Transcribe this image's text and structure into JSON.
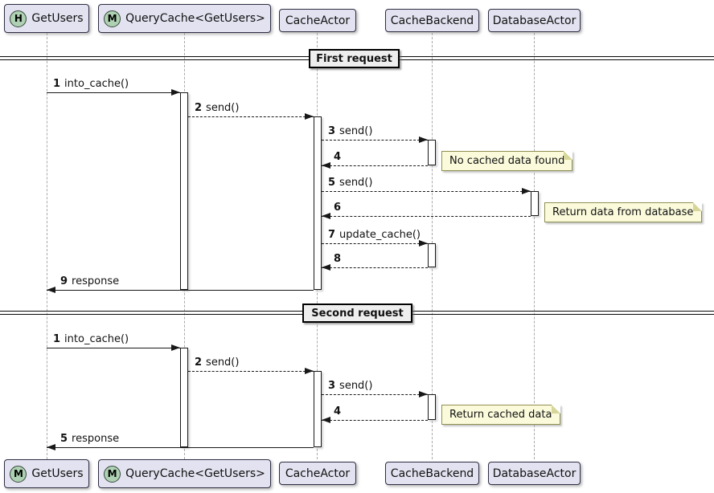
{
  "diagram": {
    "participants_top": [
      {
        "name": "GetUsers",
        "icon": "H"
      },
      {
        "name": "QueryCache<GetUsers>",
        "icon": "M"
      },
      {
        "name": "CacheActor",
        "icon": ""
      },
      {
        "name": "CacheBackend",
        "icon": ""
      },
      {
        "name": "DatabaseActor",
        "icon": ""
      }
    ],
    "participants_bottom": [
      {
        "name": "GetUsers",
        "icon": "M"
      },
      {
        "name": "QueryCache<GetUsers>",
        "icon": "M"
      },
      {
        "name": "CacheActor",
        "icon": ""
      },
      {
        "name": "CacheBackend",
        "icon": ""
      },
      {
        "name": "DatabaseActor",
        "icon": ""
      }
    ],
    "sections": [
      {
        "title": "First request",
        "messages": [
          {
            "num": "1",
            "text": "into_cache()"
          },
          {
            "num": "2",
            "text": "send()"
          },
          {
            "num": "3",
            "text": "send()"
          },
          {
            "num": "4",
            "text": ""
          },
          {
            "num": "5",
            "text": "send()"
          },
          {
            "num": "6",
            "text": ""
          },
          {
            "num": "7",
            "text": "update_cache()"
          },
          {
            "num": "8",
            "text": ""
          },
          {
            "num": "9",
            "text": "response"
          }
        ]
      },
      {
        "title": "Second request",
        "messages": [
          {
            "num": "1",
            "text": "into_cache()"
          },
          {
            "num": "2",
            "text": "send()"
          },
          {
            "num": "3",
            "text": "send()"
          },
          {
            "num": "4",
            "text": ""
          },
          {
            "num": "5",
            "text": "response"
          }
        ]
      }
    ],
    "notes": [
      {
        "text": "No cached data found"
      },
      {
        "text": "Return data from database"
      },
      {
        "text": "Return cached data"
      }
    ],
    "colors": {
      "participant_fill": "#E2E2F0",
      "participant_border": "#2E2E44",
      "icon_fill": "#ADD1B2",
      "note_fill": "#FBFBDC",
      "divider_fill": "#EEEEEE",
      "line": "#181818",
      "lifeline": "#A9A9A9"
    }
  }
}
